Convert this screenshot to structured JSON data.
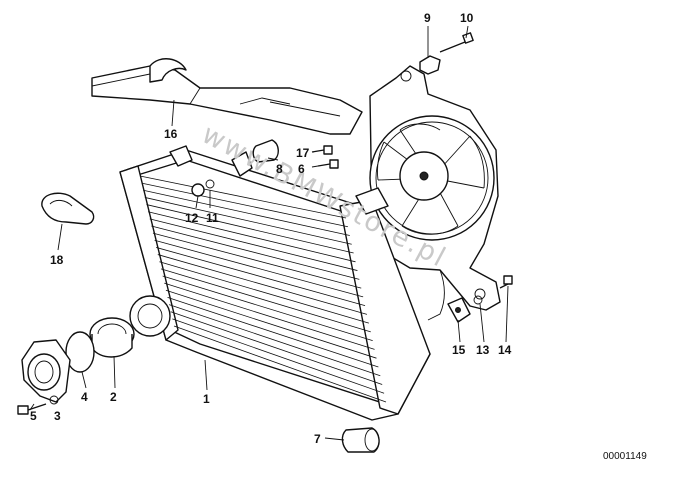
{
  "diagram": {
    "document_id": "00001149",
    "watermark": "www.BMWstore.pl",
    "callouts": [
      {
        "id": "1",
        "label": "1"
      },
      {
        "id": "2",
        "label": "2"
      },
      {
        "id": "3",
        "label": "3"
      },
      {
        "id": "4",
        "label": "4"
      },
      {
        "id": "5",
        "label": "5"
      },
      {
        "id": "6",
        "label": "6"
      },
      {
        "id": "7",
        "label": "7"
      },
      {
        "id": "8",
        "label": "8"
      },
      {
        "id": "9",
        "label": "9"
      },
      {
        "id": "10",
        "label": "10"
      },
      {
        "id": "11",
        "label": "11"
      },
      {
        "id": "12",
        "label": "12"
      },
      {
        "id": "13",
        "label": "13"
      },
      {
        "id": "14",
        "label": "14"
      },
      {
        "id": "15",
        "label": "15"
      },
      {
        "id": "16",
        "label": "16"
      },
      {
        "id": "17",
        "label": "17"
      },
      {
        "id": "18",
        "label": "18"
      }
    ]
  }
}
